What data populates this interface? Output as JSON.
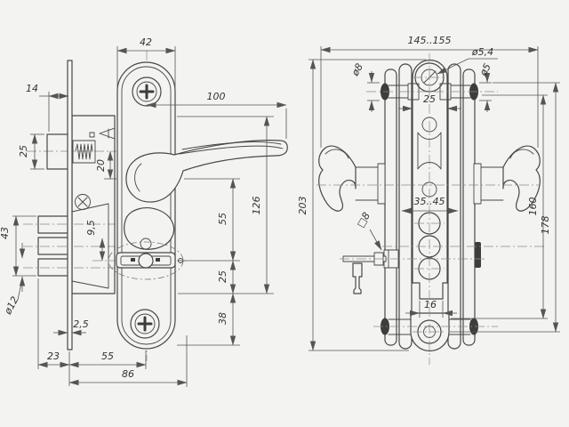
{
  "colors": {
    "background": "#f3f3f1",
    "outline": "#474747",
    "dimension_line": "#555555",
    "centerline": "#8a8a8a"
  },
  "side_view": {
    "dims": {
      "escutcheon_width": "42",
      "latch_projection": "14",
      "latch_height": "25",
      "latch_to_handle_axis": "20",
      "handle_length": "100",
      "bolt_to_keyhole": "9,5",
      "bolts_span": "43",
      "bolt_diameter": "ø12",
      "faceplate_thickness": "2,5",
      "bolt_projection": "23",
      "backset": "55",
      "case_depth": "86",
      "handle_to_keyhole": "55",
      "keyhole_to_case_bottom": "25",
      "case_bottom_to_plate_bottom": "38",
      "case_height": "126"
    }
  },
  "front_view": {
    "dims": {
      "overall_width_range": "145..155",
      "screw_hole_diameter": "ø5,4",
      "left_boss_diameter": "ø8",
      "right_boss_diameter": "ø5",
      "backplate_width": "25",
      "door_thickness_range": "35..45",
      "spindle_square": "□8",
      "bottom_tab_width": "16",
      "overall_height": "203",
      "fastener_spacing": "160",
      "plate_height": "178"
    }
  }
}
